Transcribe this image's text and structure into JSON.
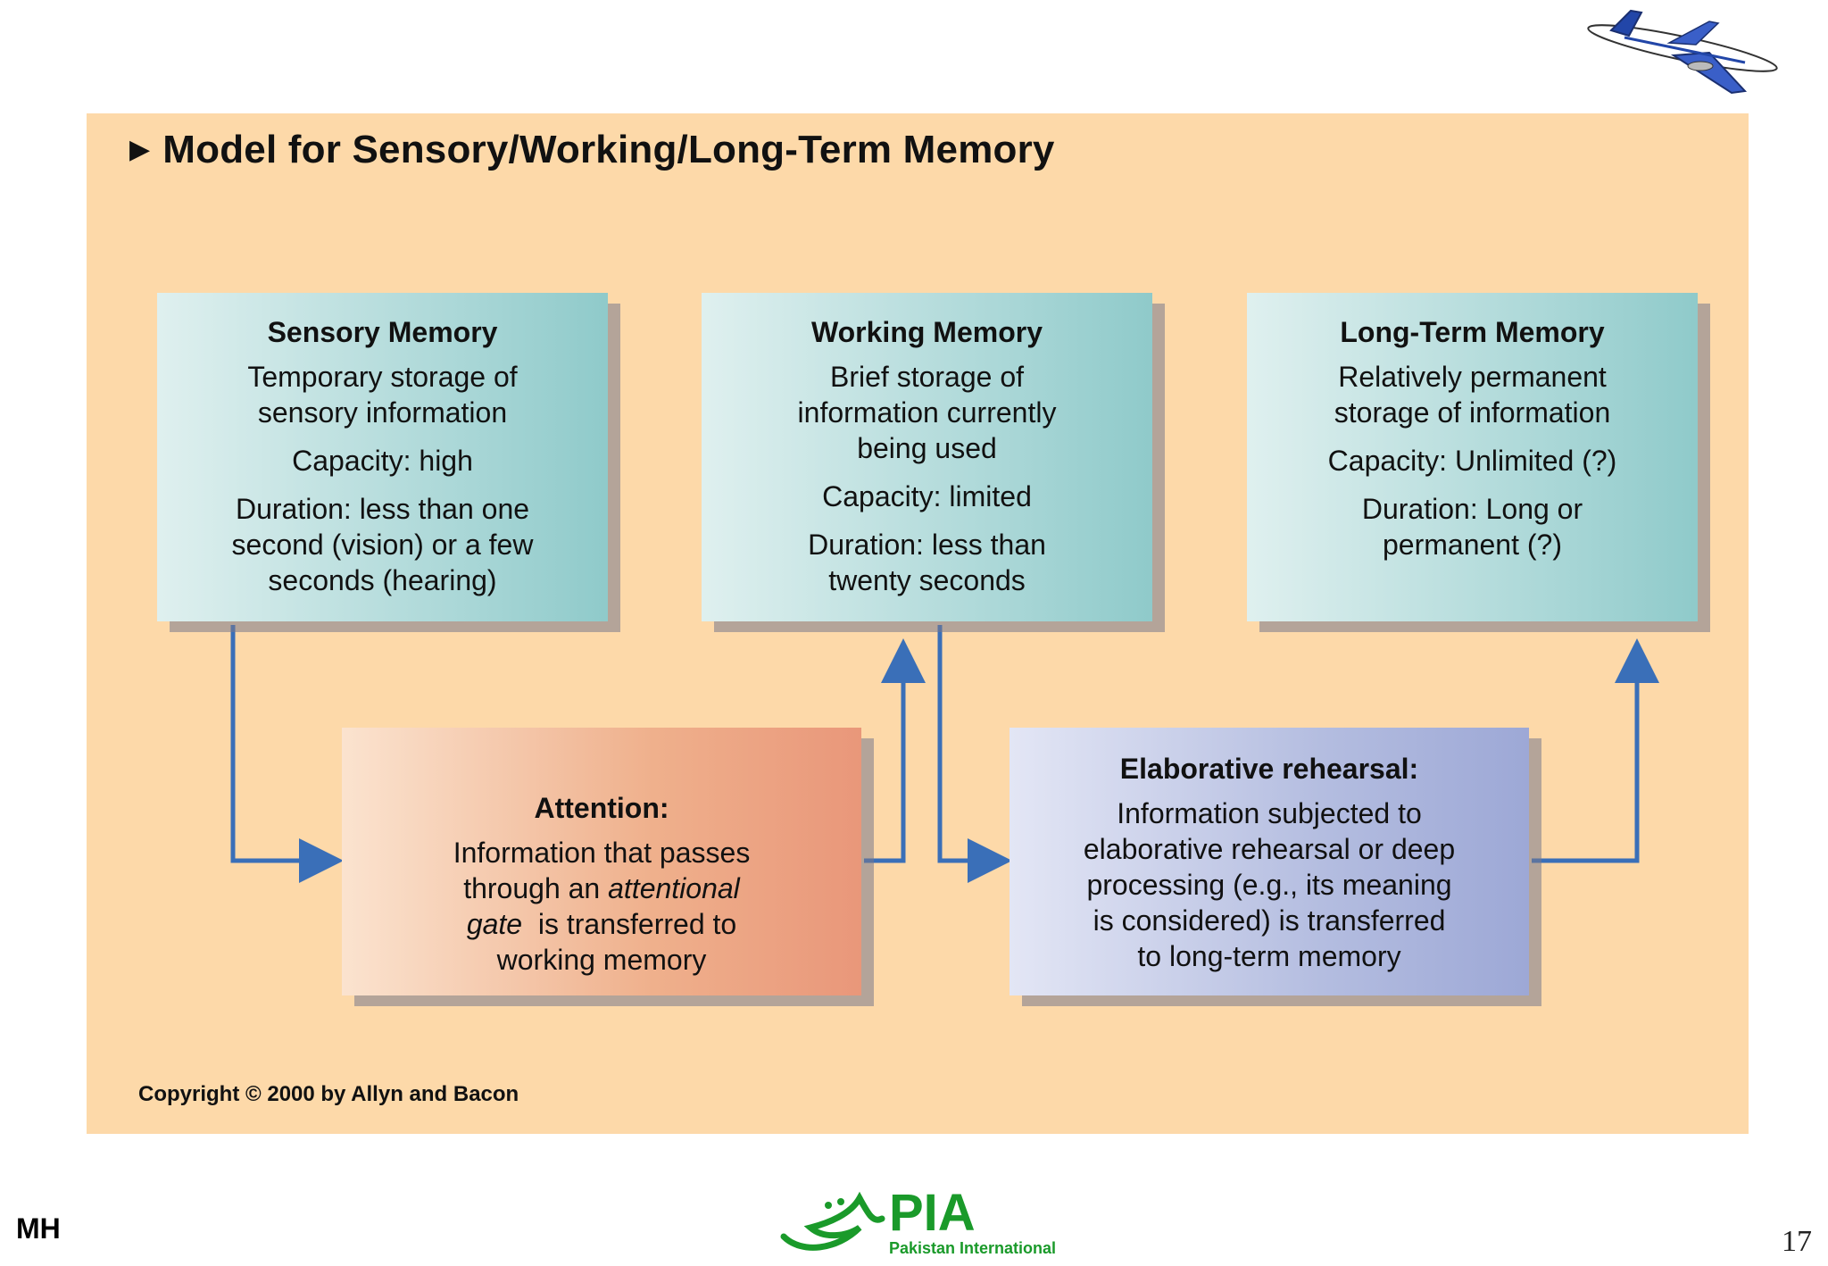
{
  "title": "Model for Sensory/Working/Long-Term Memory",
  "boxes": {
    "sensory": {
      "heading": "Sensory Memory",
      "line1": "Temporary storage of",
      "line2": "sensory information",
      "capacity": "Capacity: high",
      "dur1": "Duration: less than one",
      "dur2": "second (vision) or a few",
      "dur3": "seconds (hearing)"
    },
    "working": {
      "heading": "Working Memory",
      "line1": "Brief storage of",
      "line2": "information currently",
      "line3": "being used",
      "capacity": "Capacity: limited",
      "dur1": "Duration: less than",
      "dur2": "twenty seconds"
    },
    "longterm": {
      "heading": "Long-Term Memory",
      "line1": "Relatively permanent",
      "line2": "storage of information",
      "capacity": "Capacity: Unlimited (?)",
      "dur1": "Duration: Long or",
      "dur2": "permanent (?)"
    },
    "attention": {
      "heading": "Attention:",
      "line1": "Information that passes",
      "line2a": "through an ",
      "line2b": "attentional",
      "line3a": "gate",
      "line3b": "  is transferred to",
      "line4": "working memory"
    },
    "elaborative": {
      "heading": "Elaborative rehearsal:",
      "line1": "Information subjected to",
      "line2": "elaborative rehearsal or deep",
      "line3": "processing (e.g., its meaning",
      "line4": "is considered) is transferred",
      "line5": "to long-term memory"
    }
  },
  "copyright": "Copyright © 2000 by Allyn and Bacon",
  "footer": {
    "left": "MH",
    "logo_text": "PIA",
    "logo_sub": "Pakistan International",
    "page": "17"
  },
  "colors": {
    "panel": "#fdd9a9",
    "arrow": "#3a6fb8",
    "logo_green": "#1a9a2a"
  }
}
